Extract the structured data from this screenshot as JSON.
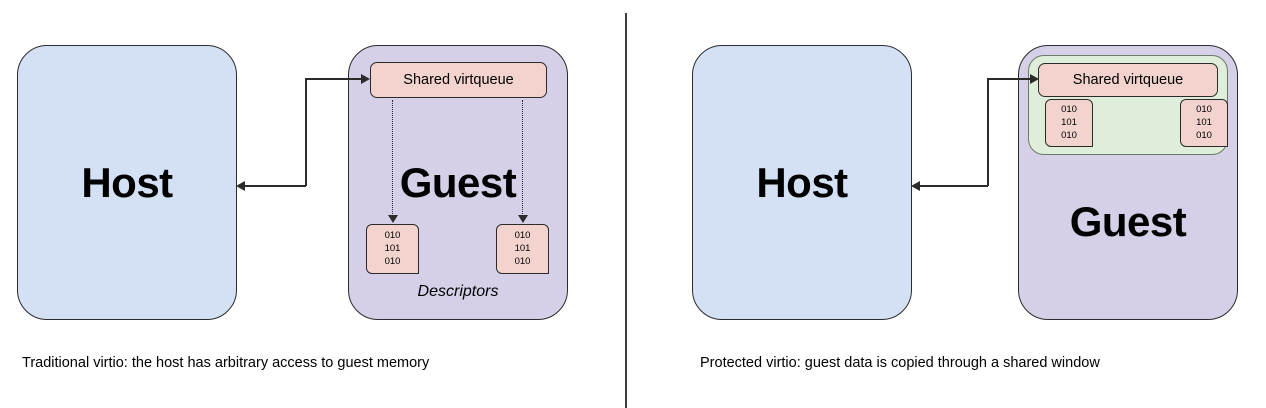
{
  "diagram": {
    "divider": {
      "name": "panel-divider"
    },
    "panels": [
      {
        "id": "traditional",
        "caption": "Traditional virtio: the host has arbitrary access to guest memory",
        "host_label": "Host",
        "guest_label": "Guest",
        "virtqueue_label": "Shared virtqueue",
        "descriptors_label": "Descriptors",
        "descriptors": [
          {
            "lines": [
              "010",
              "101",
              "010"
            ]
          },
          {
            "lines": [
              "010",
              "101",
              "010"
            ]
          }
        ]
      },
      {
        "id": "protected",
        "caption": "Protected virtio: guest data is copied through a shared window",
        "host_label": "Host",
        "guest_label": "Guest",
        "virtqueue_label": "Shared virtqueue",
        "shared_window_label": "",
        "descriptors": [
          {
            "lines": [
              "010",
              "101",
              "010"
            ]
          },
          {
            "lines": [
              "010",
              "101",
              "010"
            ]
          }
        ]
      }
    ]
  },
  "colors": {
    "host_fill": "#d4e1f5",
    "guest_fill": "#d5cfe7",
    "virtqueue_fill": "#f2d3cd",
    "descriptor_fill": "#f2d3cd",
    "shared_window_fill": "#dfeeda",
    "stroke": "#2b2b2b",
    "shared_window_stroke": "#6e7b68",
    "background": "#ffffff"
  }
}
